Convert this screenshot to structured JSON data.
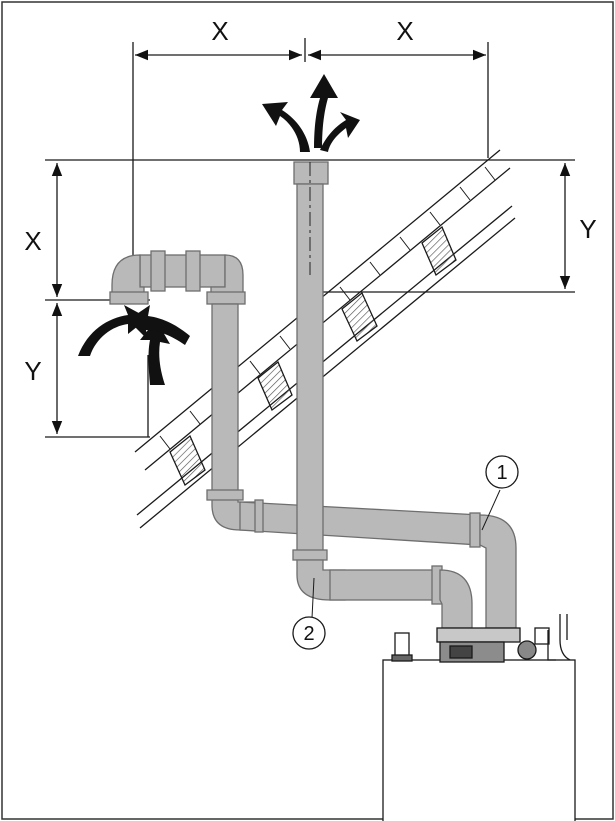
{
  "labels": {
    "top_left_x": "X",
    "top_right_x": "X",
    "left_x": "X",
    "left_y": "Y",
    "right_y": "Y"
  },
  "callouts": {
    "one": "1",
    "two": "2"
  },
  "colors": {
    "pipe_fill": "#b9b9b9",
    "pipe_stroke": "#6e6e6e",
    "line": "#1a1a1a",
    "roof_hatch": "#555555",
    "frame": "#333333"
  }
}
